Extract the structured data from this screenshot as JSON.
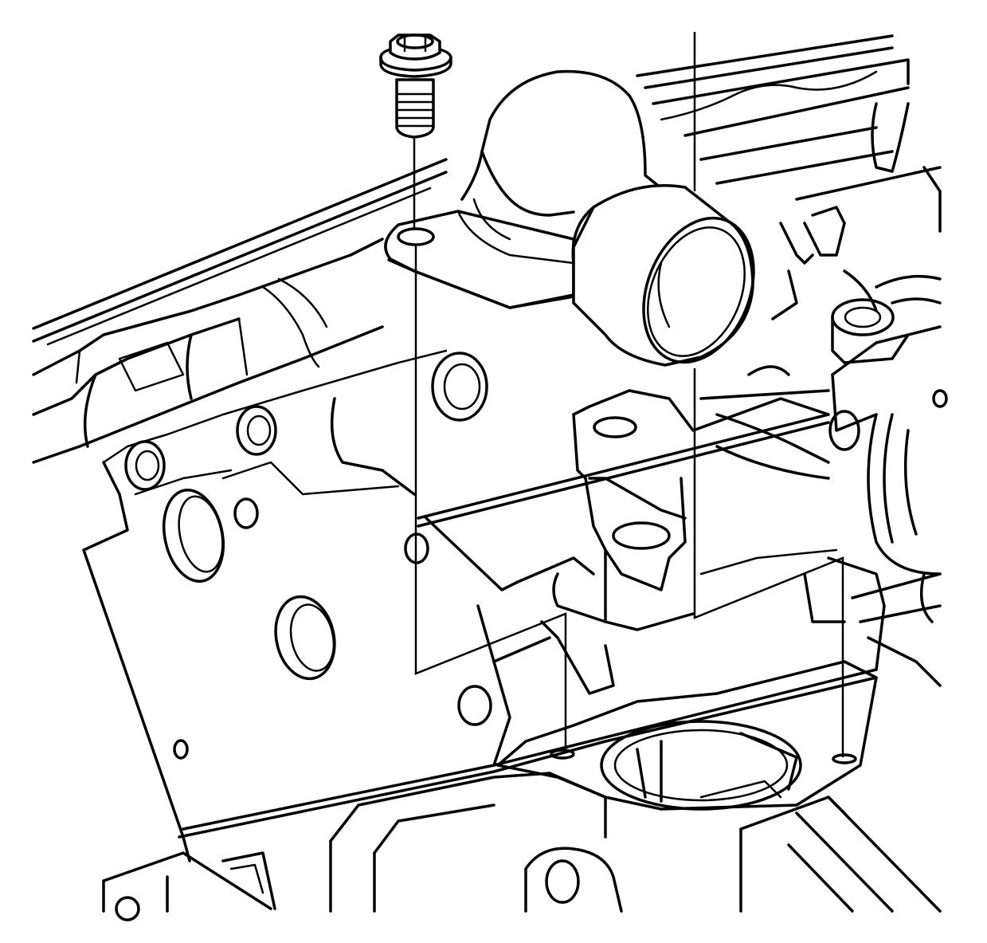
{
  "diagram": {
    "line_color": "#000000",
    "background_color": "#ffffff",
    "parts": [
      "mounting-bolt",
      "water-outlet-housing",
      "engine-block",
      "thermostat-housing"
    ]
  }
}
